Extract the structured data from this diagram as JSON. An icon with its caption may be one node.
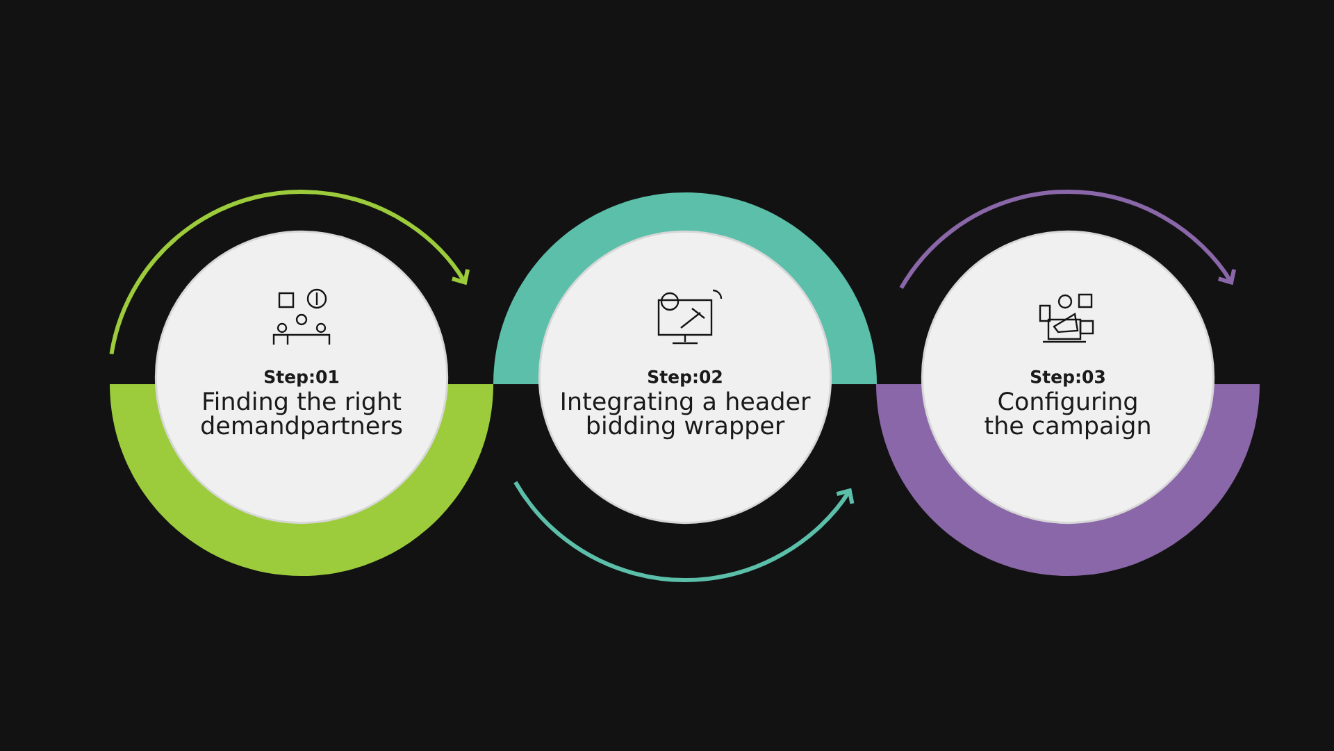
{
  "diagram": {
    "nodes": [
      {
        "text": [
          "Step:01",
          "Finding the right demandpartners"
        ]
      },
      {
        "text": [
          "Step:02",
          "Integrating a header bidding wrapper"
        ]
      },
      {
        "text": [
          "Step:03",
          "Configuring the campaign"
        ]
      }
    ]
  }
}
